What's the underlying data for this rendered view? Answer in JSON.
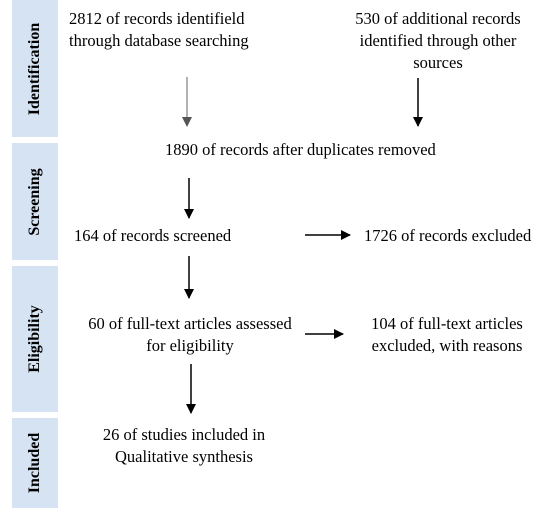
{
  "phases": {
    "identification": "Identification",
    "screening": "Screening",
    "eligibility": "Eligibility",
    "included": "Included"
  },
  "nodes": {
    "database_records": [
      "2812 of records identifield",
      "through database searching"
    ],
    "additional_records": [
      "530 of additional records",
      "identified through other",
      "sources"
    ],
    "after_duplicates": "1890 of records after duplicates removed",
    "screened": "164 of records screened",
    "excluded": "1726 of records excluded",
    "fulltext_assessed": [
      "60 of full-text articles assessed",
      "for eligibility"
    ],
    "fulltext_excluded": [
      "104 of full-text articles",
      "excluded, with reasons"
    ],
    "included_studies": [
      "26 of studies included in",
      "Qualitative synthesis"
    ]
  }
}
